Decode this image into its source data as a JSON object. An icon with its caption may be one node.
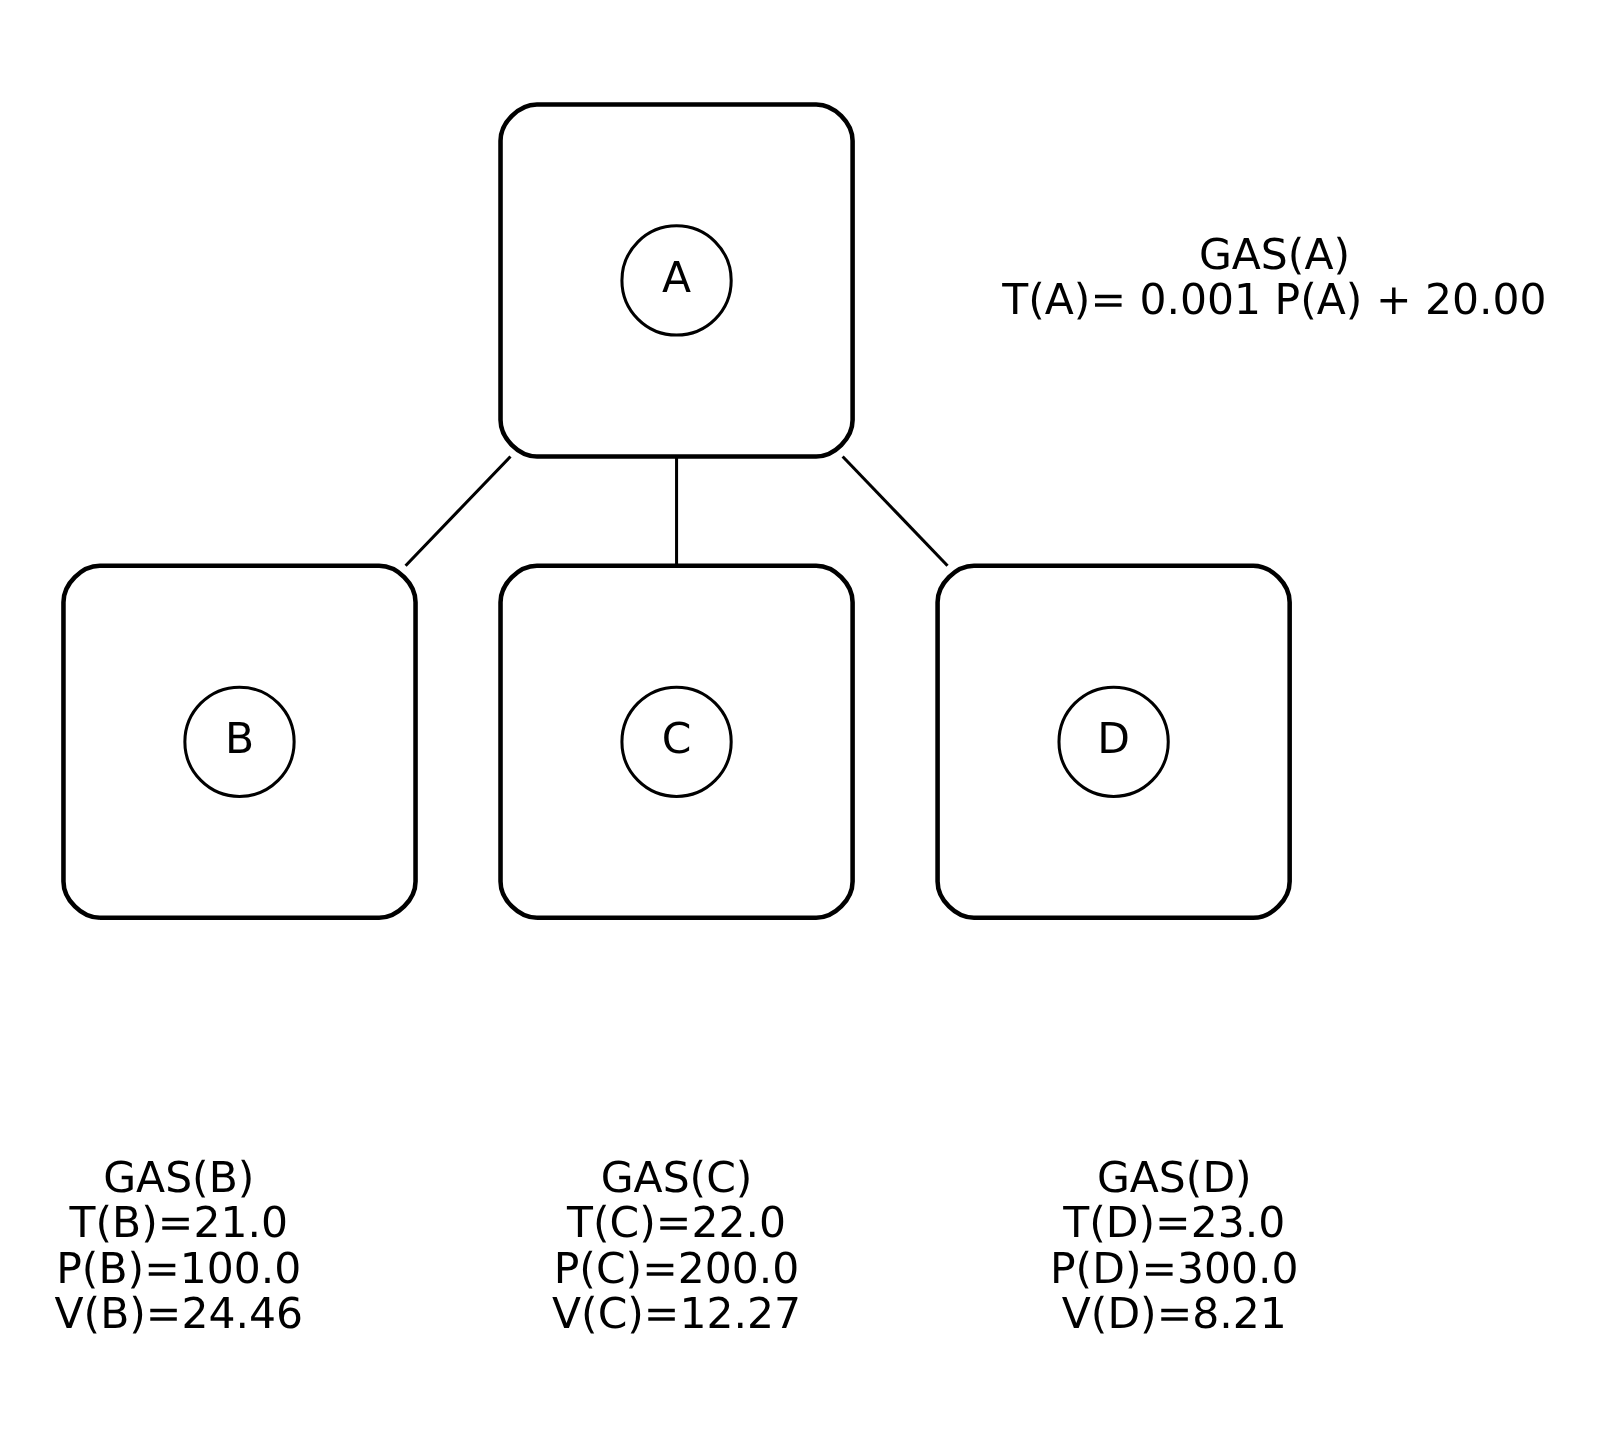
{
  "diagram": {
    "nodes": [
      {
        "text": [],
        "shape": "box",
        "beside": [
          "GAS(A)",
          "T(A)= 0.001 P(A) + 20.00"
        ]
      },
      {
        "text": [
          "A"
        ],
        "in": 0
      },
      {
        "text": [],
        "shape": "box",
        "beside": [
          "GAS(B)",
          "T(B)=21.0",
          "P(B)=100.0",
          "V(B)=24.46"
        ]
      },
      {
        "text": [
          "B"
        ],
        "in": 2
      },
      {
        "text": [],
        "shape": "box",
        "beside": [
          "GAS(C)",
          "T(C)=22.0",
          "P(C)=200.0",
          "V(C)=12.27"
        ]
      },
      {
        "text": [
          "C"
        ],
        "in": 4
      },
      {
        "text": [],
        "shape": "box",
        "beside": [
          "GAS(D)",
          "T(D)=23.0",
          "P(D)=300.0",
          "V(D)=8.21"
        ]
      },
      {
        "text": [
          "D"
        ],
        "in": 6
      }
    ],
    "edges": [
      {
        "from": 0,
        "to": 2,
        "arrow": "none"
      },
      {
        "from": 0,
        "to": 4,
        "arrow": "none"
      },
      {
        "from": 0,
        "to": 6,
        "arrow": "none"
      }
    ]
  }
}
